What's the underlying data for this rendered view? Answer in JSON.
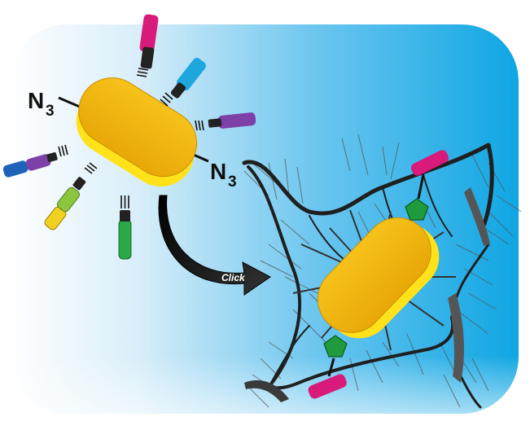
{
  "labels": {
    "azide_1": "N",
    "azide_1_sub": "3",
    "azide_2": "N",
    "azide_2_sub": "3",
    "arrow": "Click"
  },
  "colors": {
    "background_blue": "#14a9e4",
    "nanorod_gold": "#f2b20c",
    "nanorod_edge": "#ffe320",
    "triazole_green": "#1f9a3c",
    "ligand_magenta": "#d81a7a",
    "ligand_cyan": "#1ea7dc",
    "ligand_purple": "#7d3fa8",
    "ligand_blue": "#1e63b8",
    "ligand_lightgreen": "#8cc63f",
    "ligand_yellow": "#f0d020",
    "ligand_green": "#2aa84a",
    "dna_strand": "#2b2b2b"
  },
  "icons": {
    "alkyne": "triple-bond-icon",
    "arrow": "curved-arrow-icon",
    "triazole": "pentagon-icon"
  }
}
